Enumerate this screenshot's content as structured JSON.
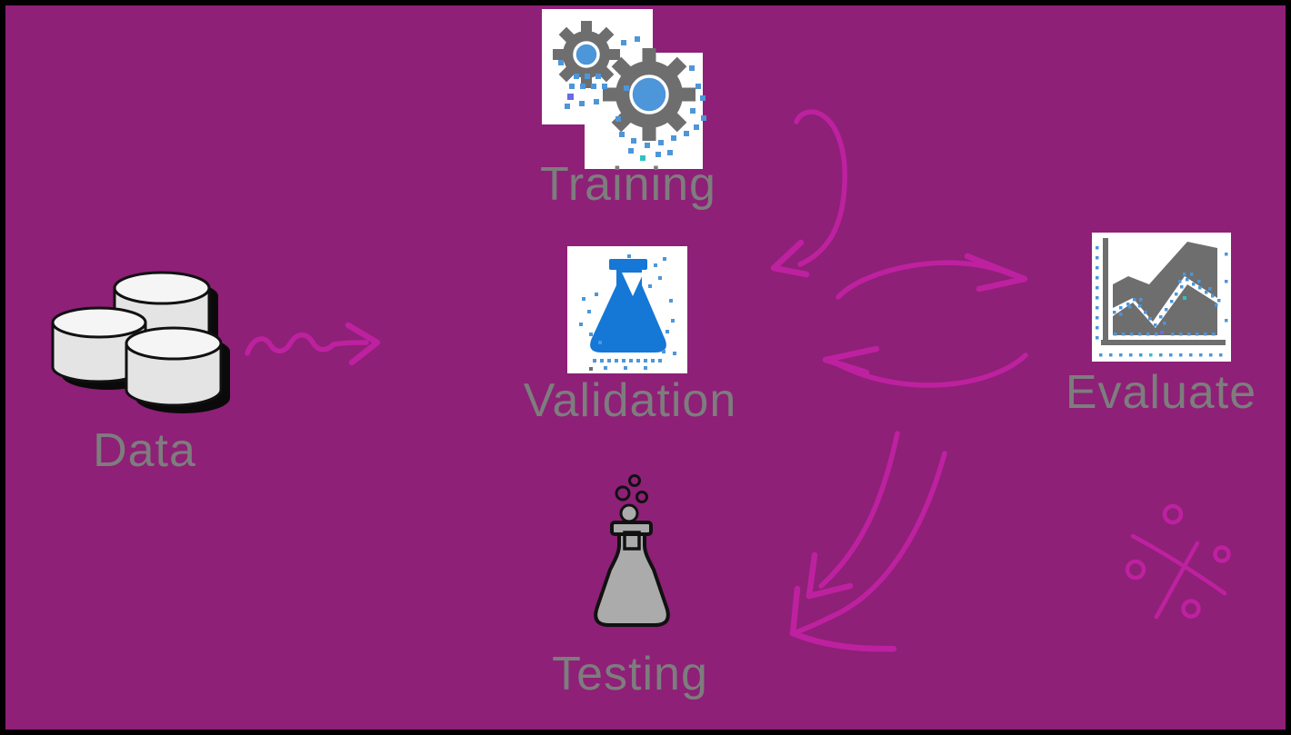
{
  "diagram": {
    "kind": "machine-learning-workflow",
    "nodes": {
      "data": {
        "label": "Data",
        "icon": "database-cylinders-icon"
      },
      "training": {
        "label": "Training",
        "icon": "gears-icon"
      },
      "validation": {
        "label": "Validation",
        "icon": "blue-flask-icon"
      },
      "testing": {
        "label": "Testing",
        "icon": "bubbling-flask-icon"
      },
      "evaluate": {
        "label": "Evaluate",
        "icon": "area-chart-icon"
      }
    },
    "connectors": [
      {
        "name": "data-to-validation-arrow",
        "style": "wavy-arrow-right"
      },
      {
        "name": "training-to-validation-arrow",
        "style": "curved-arrow-down-left"
      },
      {
        "name": "validation-evaluate-cycle-top",
        "style": "curved-arrow-right"
      },
      {
        "name": "validation-evaluate-cycle-bottom",
        "style": "curved-arrow-left"
      },
      {
        "name": "evaluate-to-testing-arrow-inner",
        "style": "curved-arrow-down-left"
      },
      {
        "name": "evaluate-to-testing-arrow-outer",
        "style": "curved-arrow-down-left"
      },
      {
        "name": "crossed-x-doodle",
        "style": "x-with-four-dots"
      }
    ]
  },
  "colors": {
    "bg": "#8E2077",
    "pen": "#BE21A0",
    "label": "#7D7D7D",
    "gray": "#6E6E6E",
    "blue": "#4D96D9",
    "flaskblue": "#1577D6",
    "flaskgray": "#ABABAB",
    "border": "#000000",
    "white": "#FFFFFF"
  }
}
